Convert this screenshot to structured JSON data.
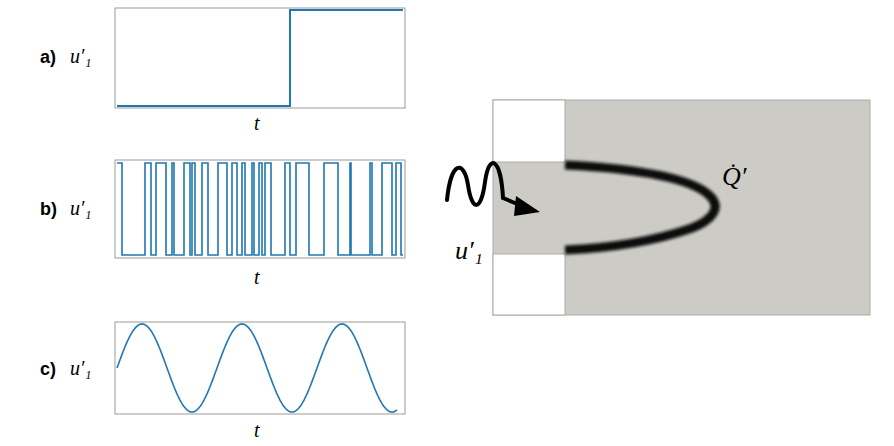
{
  "diagram": {
    "labels": [
      "a)",
      "u′₁",
      "t",
      "b)",
      "u′₁",
      "t",
      "c)",
      "u′₁",
      "t",
      "u′₁",
      "Q̇′"
    ]
  }
}
